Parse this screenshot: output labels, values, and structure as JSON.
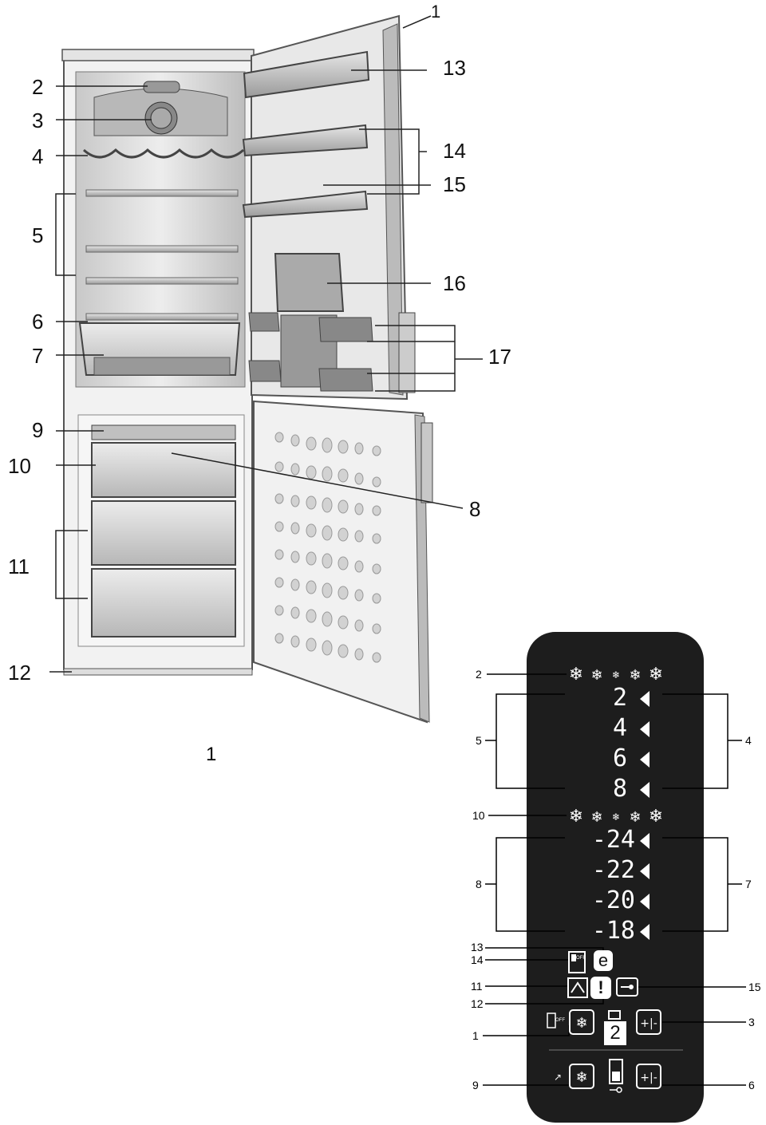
{
  "fridge_callouts": {
    "c1": "1",
    "c2": "2",
    "c3": "3",
    "c4": "4",
    "c5": "5",
    "c6": "6",
    "c7": "7",
    "c8": "8",
    "c9": "9",
    "c10": "10",
    "c11": "11",
    "c12": "12",
    "c13": "13",
    "c14": "14",
    "c15": "15",
    "c16": "16",
    "c17": "17"
  },
  "figure_caption": "1",
  "panel": {
    "fridge_temps": [
      "2",
      "4",
      "6",
      "8"
    ],
    "freezer_temps": [
      "-24",
      "-22",
      "-20",
      "-18"
    ],
    "badge_e": "e",
    "badge_alarm": "!",
    "badge_two": "2",
    "plus_minus": "+|-",
    "off_label": "OFF",
    "callouts": {
      "p1": "1",
      "p2": "2",
      "p3": "3",
      "p4": "4",
      "p5": "5",
      "p6": "6",
      "p7": "7",
      "p8": "8",
      "p9": "9",
      "p10": "10",
      "p11": "11",
      "p12": "12",
      "p13": "13",
      "p14": "14",
      "p15": "15"
    }
  }
}
